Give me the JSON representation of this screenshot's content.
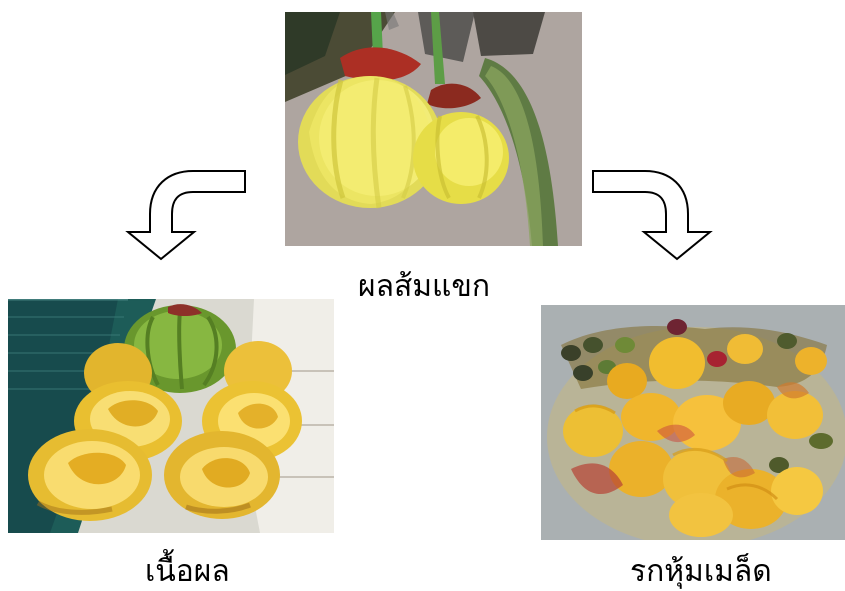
{
  "top": {
    "label": "ผลส้มแขก"
  },
  "left": {
    "label": "เนื้อผล"
  },
  "right": {
    "label": "รกหุ้มเมล็ด"
  },
  "colors": {
    "arrow_stroke": "#000000",
    "arrow_fill": "#ffffff"
  }
}
